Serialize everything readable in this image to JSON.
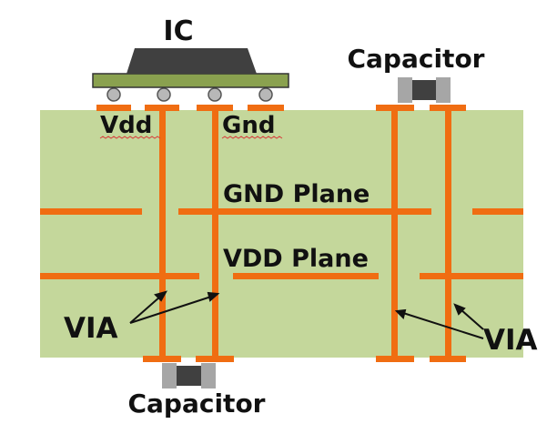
{
  "labels": {
    "ic": "IC",
    "capacitor_top": "Capacitor",
    "capacitor_bottom": "Capacitor",
    "vdd": "Vdd",
    "gnd": "Gnd",
    "gnd_plane": "GND Plane",
    "vdd_plane": "VDD Plane",
    "via_left": "VIA",
    "via_right": "VIA"
  },
  "colors": {
    "board": "#c4d79b",
    "trace": "#f06d12",
    "ic_body": "#404040",
    "ic_substrate": "#8aa14f",
    "ball": "#b8b8b8",
    "cap_body": "#404040",
    "cap_terminal": "#a6a6a6",
    "text": "#111111"
  }
}
